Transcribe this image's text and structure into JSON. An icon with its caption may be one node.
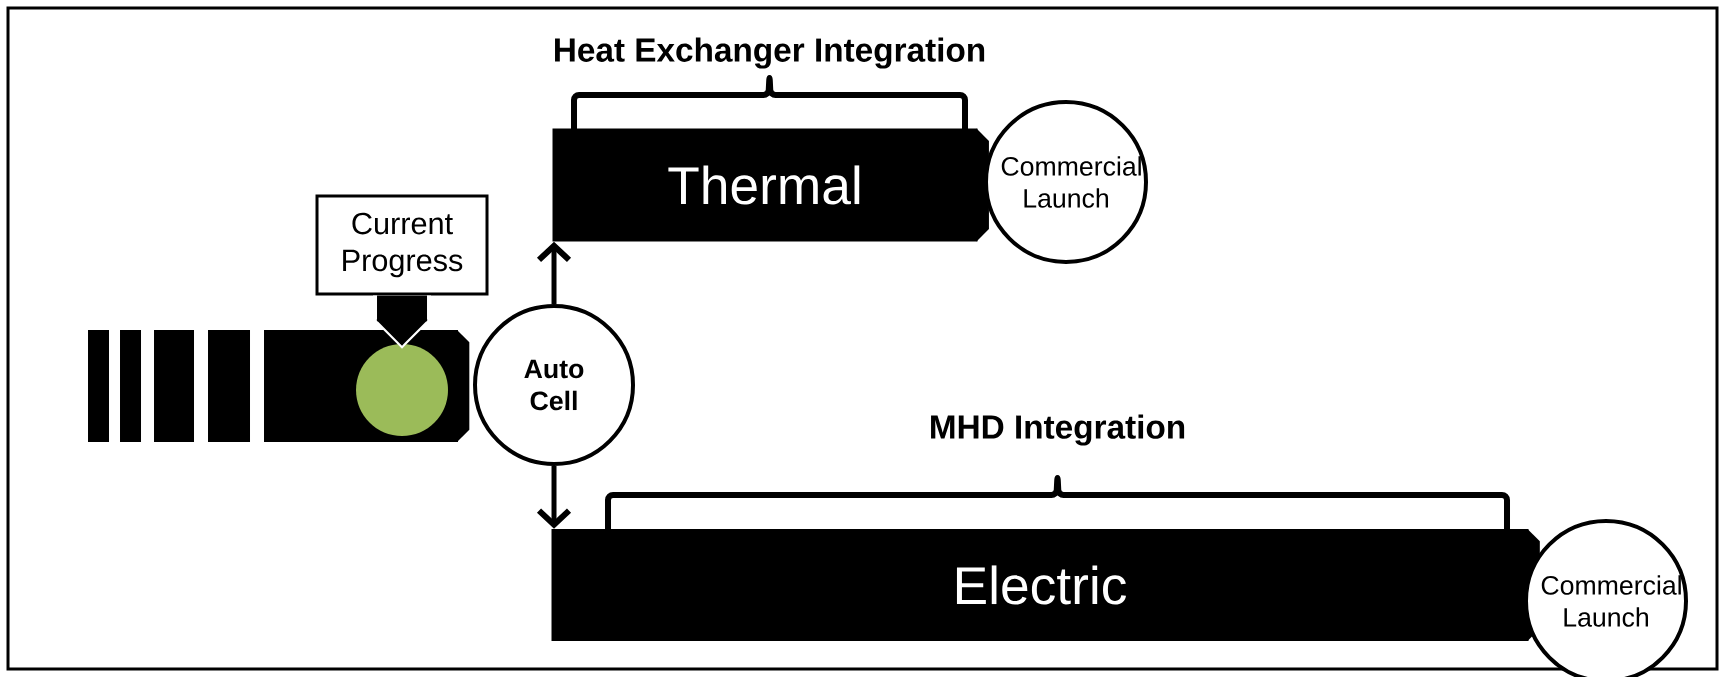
{
  "diagram": {
    "nodes": [
      {
        "text": [
          "Thermal"
        ]
      },
      {
        "text": [
          "Commercial Launch"
        ]
      },
      {
        "text": [
          "Current Progress"
        ]
      },
      {
        "text": [],
        "shape": "bar"
      },
      {
        "text": [],
        "shape": "circle",
        "in": 3
      },
      {
        "text": [
          "Auto Cell"
        ]
      },
      {
        "text": [
          "Electric"
        ]
      },
      {
        "text": [
          "Commercial Launch"
        ]
      }
    ],
    "edges": [
      {
        "from": 2,
        "to": 4,
        "arrow": "to",
        "style": "thick"
      },
      {
        "from": 5,
        "to": 0,
        "arrow": "to"
      },
      {
        "from": 5,
        "to": 6,
        "arrow": "to"
      }
    ],
    "labels": [
      "Heat Exchanger Integration",
      "MHD Integration"
    ]
  }
}
